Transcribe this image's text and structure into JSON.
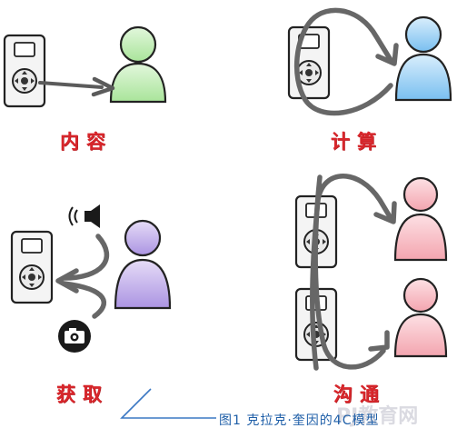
{
  "labels": {
    "content": "内容",
    "compute": "计算",
    "acquire": "获取",
    "communicate": "沟通"
  },
  "caption": "图1 克拉克·奎因的4C模型",
  "watermark": "PJ教育网"
}
